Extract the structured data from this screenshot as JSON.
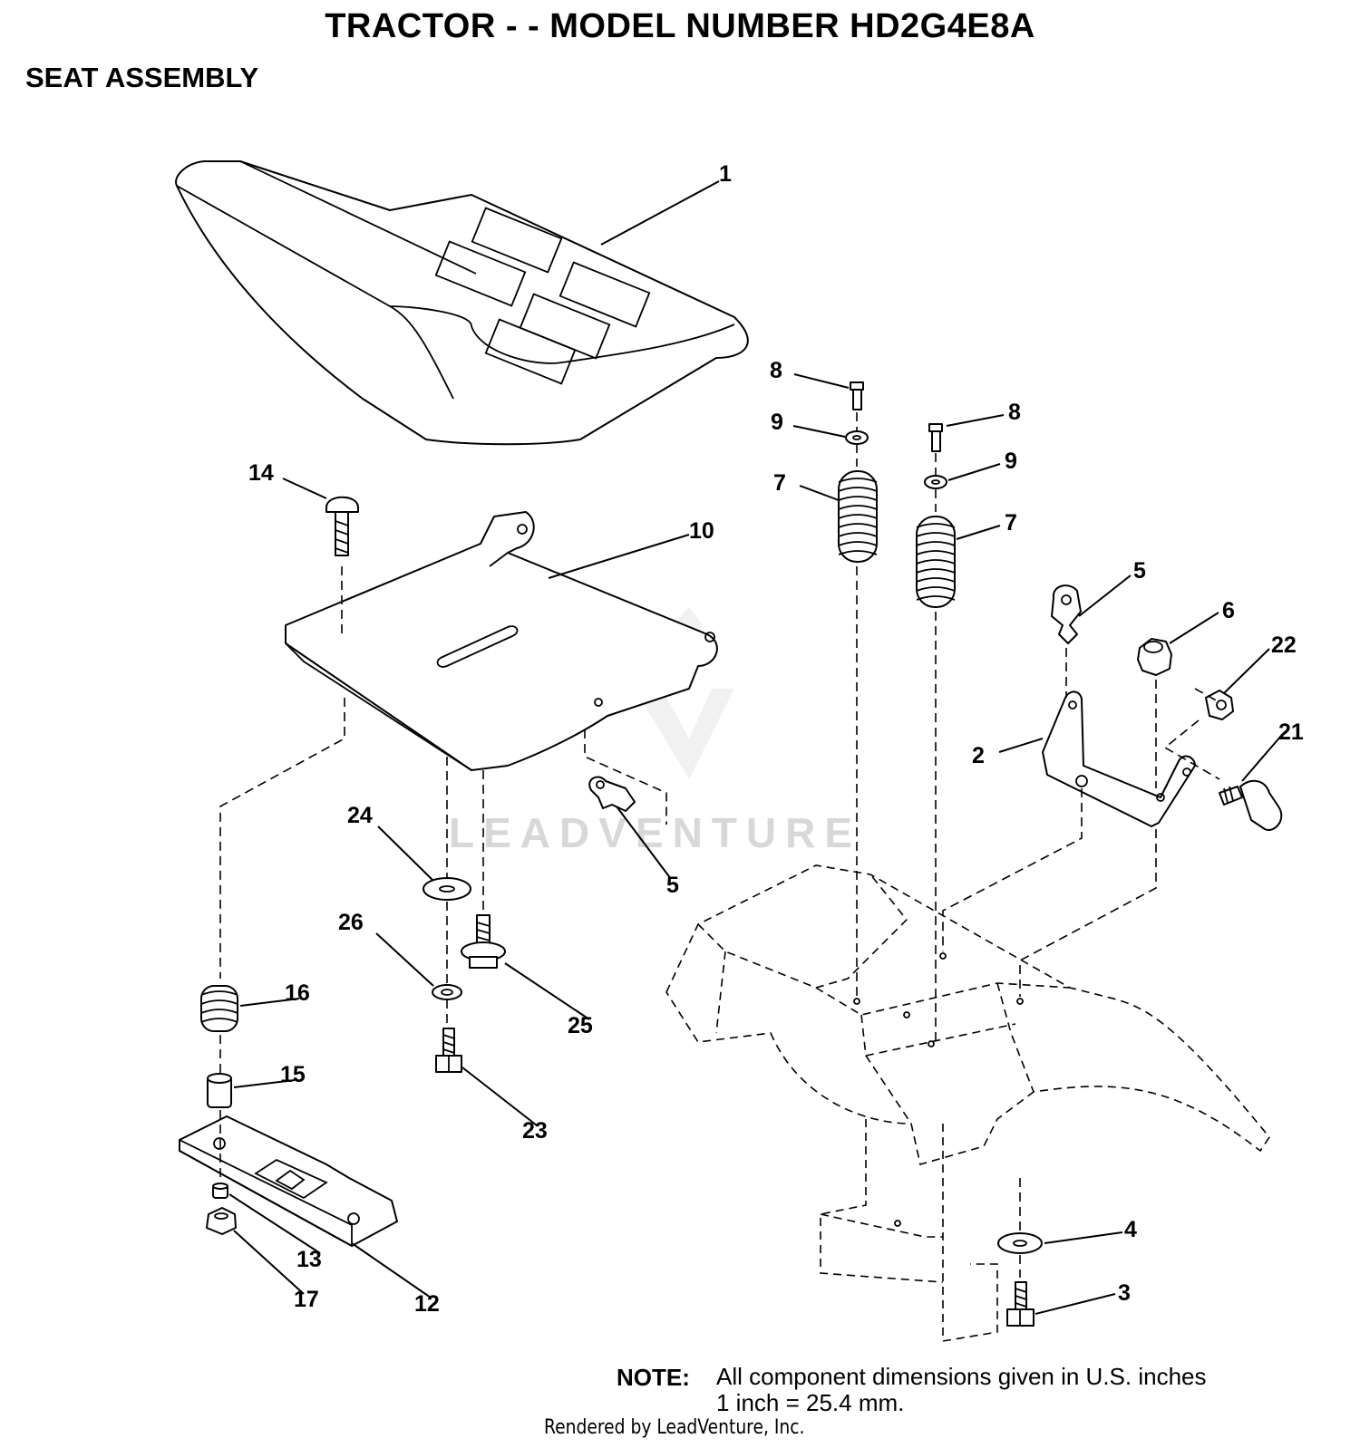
{
  "header": {
    "title": "TRACTOR - - MODEL NUMBER HD2G4E8A",
    "subtitle": "SEAT ASSEMBLY"
  },
  "watermark": {
    "text": "LEADVENTURE"
  },
  "callouts": [
    {
      "id": "c1",
      "label": "1"
    },
    {
      "id": "c8a",
      "label": "8"
    },
    {
      "id": "c8b",
      "label": "8"
    },
    {
      "id": "c9a",
      "label": "9"
    },
    {
      "id": "c9b",
      "label": "9"
    },
    {
      "id": "c7a",
      "label": "7"
    },
    {
      "id": "c7b",
      "label": "7"
    },
    {
      "id": "c14",
      "label": "14"
    },
    {
      "id": "c10",
      "label": "10"
    },
    {
      "id": "c5a",
      "label": "5"
    },
    {
      "id": "c5b",
      "label": "5"
    },
    {
      "id": "c6",
      "label": "6"
    },
    {
      "id": "c22",
      "label": "22"
    },
    {
      "id": "c2",
      "label": "2"
    },
    {
      "id": "c21",
      "label": "21"
    },
    {
      "id": "c24",
      "label": "24"
    },
    {
      "id": "c26",
      "label": "26"
    },
    {
      "id": "c25",
      "label": "25"
    },
    {
      "id": "c16",
      "label": "16"
    },
    {
      "id": "c15",
      "label": "15"
    },
    {
      "id": "c23",
      "label": "23"
    },
    {
      "id": "c13",
      "label": "13"
    },
    {
      "id": "c17",
      "label": "17"
    },
    {
      "id": "c12",
      "label": "12"
    },
    {
      "id": "c4",
      "label": "4"
    },
    {
      "id": "c3",
      "label": "3"
    }
  ],
  "note": {
    "label": "NOTE:",
    "line1": "All component dimensions given in U.S. inches",
    "line2": "1 inch = 25.4 mm."
  },
  "footer": {
    "credit": "Rendered by LeadVenture, Inc."
  }
}
